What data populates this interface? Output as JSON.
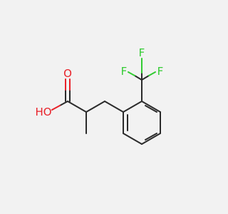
{
  "molecule": {
    "atoms": {
      "oxygen_carbonyl": "O",
      "hydroxyl": "HO",
      "fluorine_top": "F",
      "fluorine_left": "F",
      "fluorine_right": "F"
    },
    "colors": {
      "bond": "#2b2b2b",
      "oxygen": "#e8222a",
      "fluorine": "#33cc33",
      "background": "#f2f2f2"
    }
  }
}
